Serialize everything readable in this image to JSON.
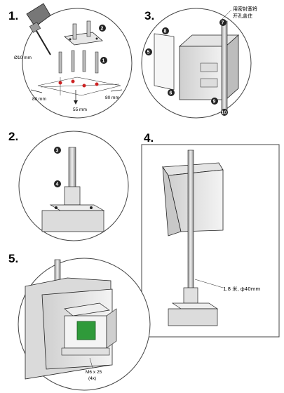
{
  "steps": [
    {
      "number": "1.",
      "callouts": [
        "1",
        "2"
      ],
      "labels": {
        "drill": "Ø10 mm",
        "dim_left": "80 mm",
        "dim_right": "80 mm",
        "dim_down": "55 mm"
      }
    },
    {
      "number": "2.",
      "callouts": [
        "3",
        "4"
      ]
    },
    {
      "number": "3.",
      "callouts": [
        "5",
        "6",
        "7",
        "8",
        "9",
        "10"
      ],
      "note_line1": "用密封塞将",
      "note_line2": "开孔盖住"
    },
    {
      "number": "4.",
      "pole_label": "1.8 米, ф40mm"
    },
    {
      "number": "5.",
      "screw_label": "M6 x 25",
      "screw_count": "(4x)"
    }
  ],
  "colors": {
    "screen": "#2f9a3a",
    "line": "#222222",
    "panel": "#dcdcdc"
  }
}
